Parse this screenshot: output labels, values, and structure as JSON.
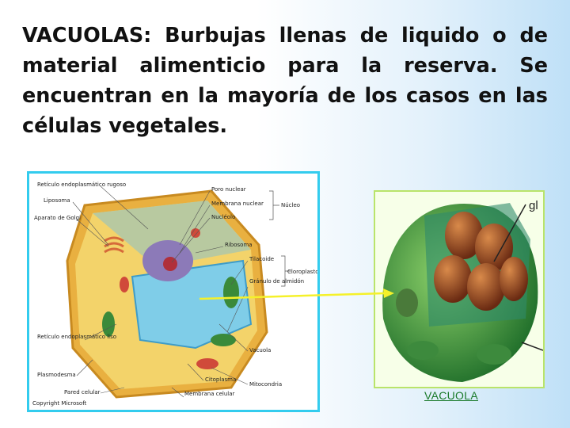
{
  "slide": {
    "heading": "VACUOLAS: Burbujas llenas de liquido o de material alimenticio para la reserva. Se encuentran en la mayoría de los casos en las células vegetales."
  },
  "cell_diagram": {
    "labels_left": [
      "Retículo endoplasmático rugoso",
      "Liposoma",
      "Aparato de Golgi",
      "Retículo endoplasmático liso",
      "Plasmodesma",
      "Pared celular"
    ],
    "labels_right": [
      "Poro nuclear",
      "Membrana nuclear",
      "Nucléolo",
      "Núcleo",
      "Ribosoma",
      "Tilacoide",
      "Cloroplasto",
      "Gránulo de almidón",
      "Vacuola",
      "Citoplasma",
      "Mitocondria",
      "Membrana celular"
    ],
    "copyright": "Copyright Microsoft"
  },
  "vacuole_image": {
    "corner_label": "gl",
    "caption": "VACUOLA"
  },
  "colors": {
    "frame": "#33ccee",
    "arrow": "#f5f12a",
    "caption": "#1a7a2a"
  }
}
